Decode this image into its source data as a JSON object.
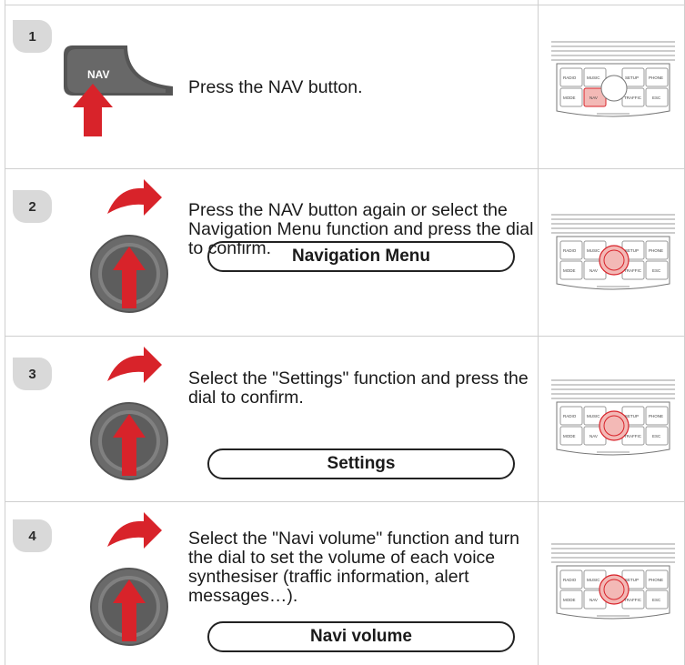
{
  "steps": [
    {
      "number": "1",
      "text": "Press the NAV button.",
      "button_label": "NAV"
    },
    {
      "number": "2",
      "text": "Press the NAV button again or select the Navigation Menu function and press the dial to confirm.",
      "menu_item": "Navigation Menu"
    },
    {
      "number": "3",
      "text": "Select the \"Settings\" function and press the dial to confirm.",
      "menu_item": "Settings"
    },
    {
      "number": "4",
      "text": "Select the \"Navi volume\" function and turn the dial to set the volume of each voice synthesiser (traffic information, alert messages…).",
      "menu_item": "Navi volume"
    }
  ],
  "panel_labels": {
    "radio": "RADIO",
    "music": "MUSIC",
    "setup": "SETUP",
    "phone": "PHONE",
    "mode": "MODE",
    "nav": "NAV",
    "traffic": "TRAFFIC",
    "esc": "ESC"
  },
  "colors": {
    "accent_red": "#d8232a",
    "badge_gray": "#d9d9d9",
    "highlight_pink": "#f3b9b6"
  }
}
